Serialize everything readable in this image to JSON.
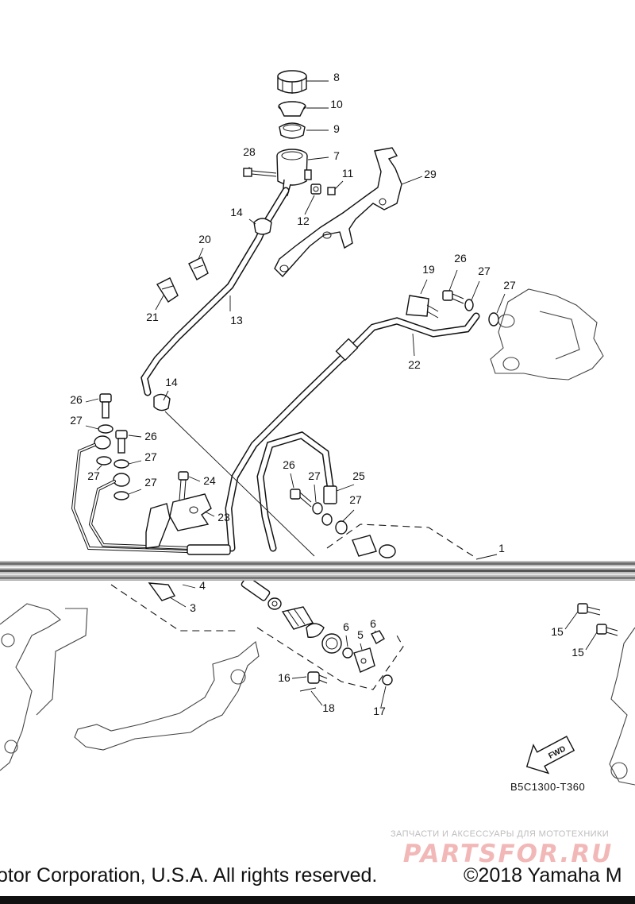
{
  "diagram": {
    "callouts": [
      {
        "id": "8",
        "label": "8"
      },
      {
        "id": "10",
        "label": "10"
      },
      {
        "id": "9",
        "label": "9"
      },
      {
        "id": "7",
        "label": "7"
      },
      {
        "id": "28",
        "label": "28"
      },
      {
        "id": "11",
        "label": "11"
      },
      {
        "id": "29",
        "label": "29"
      },
      {
        "id": "12",
        "label": "12"
      },
      {
        "id": "14a",
        "label": "14"
      },
      {
        "id": "20",
        "label": "20"
      },
      {
        "id": "13",
        "label": "13"
      },
      {
        "id": "21",
        "label": "21"
      },
      {
        "id": "19",
        "label": "19"
      },
      {
        "id": "26a",
        "label": "26"
      },
      {
        "id": "27a",
        "label": "27"
      },
      {
        "id": "27b",
        "label": "27"
      },
      {
        "id": "22",
        "label": "22"
      },
      {
        "id": "14b",
        "label": "14"
      },
      {
        "id": "26b",
        "label": "26"
      },
      {
        "id": "27c",
        "label": "27"
      },
      {
        "id": "26c",
        "label": "26"
      },
      {
        "id": "27d",
        "label": "27"
      },
      {
        "id": "27e",
        "label": "27"
      },
      {
        "id": "24",
        "label": "24"
      },
      {
        "id": "27f",
        "label": "27"
      },
      {
        "id": "23",
        "label": "23"
      },
      {
        "id": "26d",
        "label": "26"
      },
      {
        "id": "27g",
        "label": "27"
      },
      {
        "id": "25",
        "label": "25"
      },
      {
        "id": "27h",
        "label": "27"
      },
      {
        "id": "1",
        "label": "1"
      },
      {
        "id": "4",
        "label": "4"
      },
      {
        "id": "3",
        "label": "3"
      },
      {
        "id": "6a",
        "label": "6"
      },
      {
        "id": "6b",
        "label": "6"
      },
      {
        "id": "5",
        "label": "5"
      },
      {
        "id": "16",
        "label": "16"
      },
      {
        "id": "18",
        "label": "18"
      },
      {
        "id": "17",
        "label": "17"
      },
      {
        "id": "15a",
        "label": "15"
      },
      {
        "id": "15b",
        "label": "15"
      }
    ],
    "fwd_label": "FWD",
    "reference_code": "B5C1300-T360"
  },
  "watermark": {
    "caption": "ЗАПЧАСТИ И АКСЕССУАРЫ ДЛЯ МОТОТЕХНИКИ",
    "logo_text": "PARTSFOR.RU",
    "color": "#f2b8b8"
  },
  "footer": {
    "left": "otor Corporation, U.S.A. All rights reserved.",
    "right": "©2018 Yamaha M"
  }
}
